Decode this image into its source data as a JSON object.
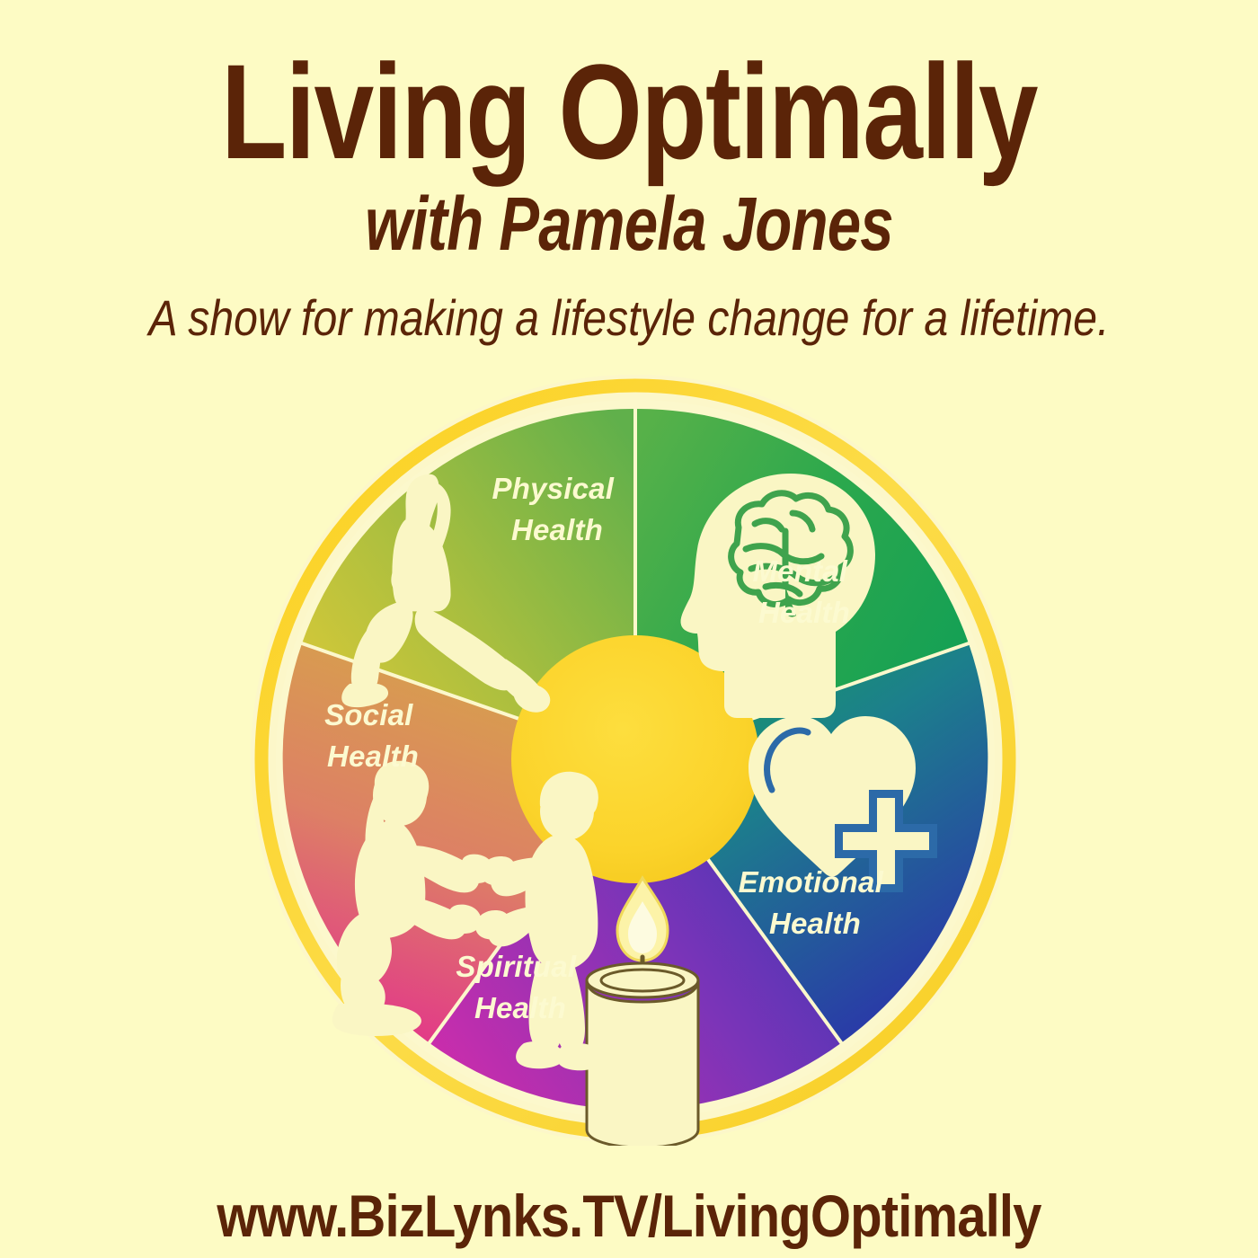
{
  "header": {
    "title": "Living Optimally",
    "host": "with Pamela Jones",
    "tagline": "A show for making a lifestyle change for a lifetime."
  },
  "footer": {
    "url": "www.BizLynks.TV/LivingOptimally"
  },
  "colors": {
    "background": "#FDFBC4",
    "text_brown": "#5B2408",
    "ring_gold": "#FBD429",
    "hub_yellow": "#FBD42B",
    "label_cream": "#FCFAD0",
    "icon_cream": "#FAF6C4"
  },
  "wheel": {
    "hub_label": "",
    "segments": [
      {
        "id": "physical-health",
        "line1": "Physical",
        "line2": "Health",
        "icon": "person-lunge-stretch-icon",
        "color_start": "#D9C73A",
        "color_end": "#62B04A"
      },
      {
        "id": "mental-health",
        "line1": "Mental",
        "line2": "Health",
        "icon": "head-brain-icon",
        "color_start": "#4FAE4B",
        "color_end": "#19A04C"
      },
      {
        "id": "emotional-health",
        "line1": "Emotional",
        "line2": "Health",
        "icon": "heart-medical-cross-icon",
        "color_start": "#18A05A",
        "color_end": "#2C36A8"
      },
      {
        "id": "spiritual-health",
        "line1": "Spiritual",
        "line2": "Health",
        "icon": "lit-candle-icon",
        "color_start": "#4436B0",
        "color_end": "#C42CAE"
      },
      {
        "id": "social-health",
        "line1": "Social",
        "line2": "Health",
        "icon": "adult-child-holding-hands-icon",
        "color_start": "#E0407F",
        "color_end": "#D7A24A"
      }
    ]
  }
}
